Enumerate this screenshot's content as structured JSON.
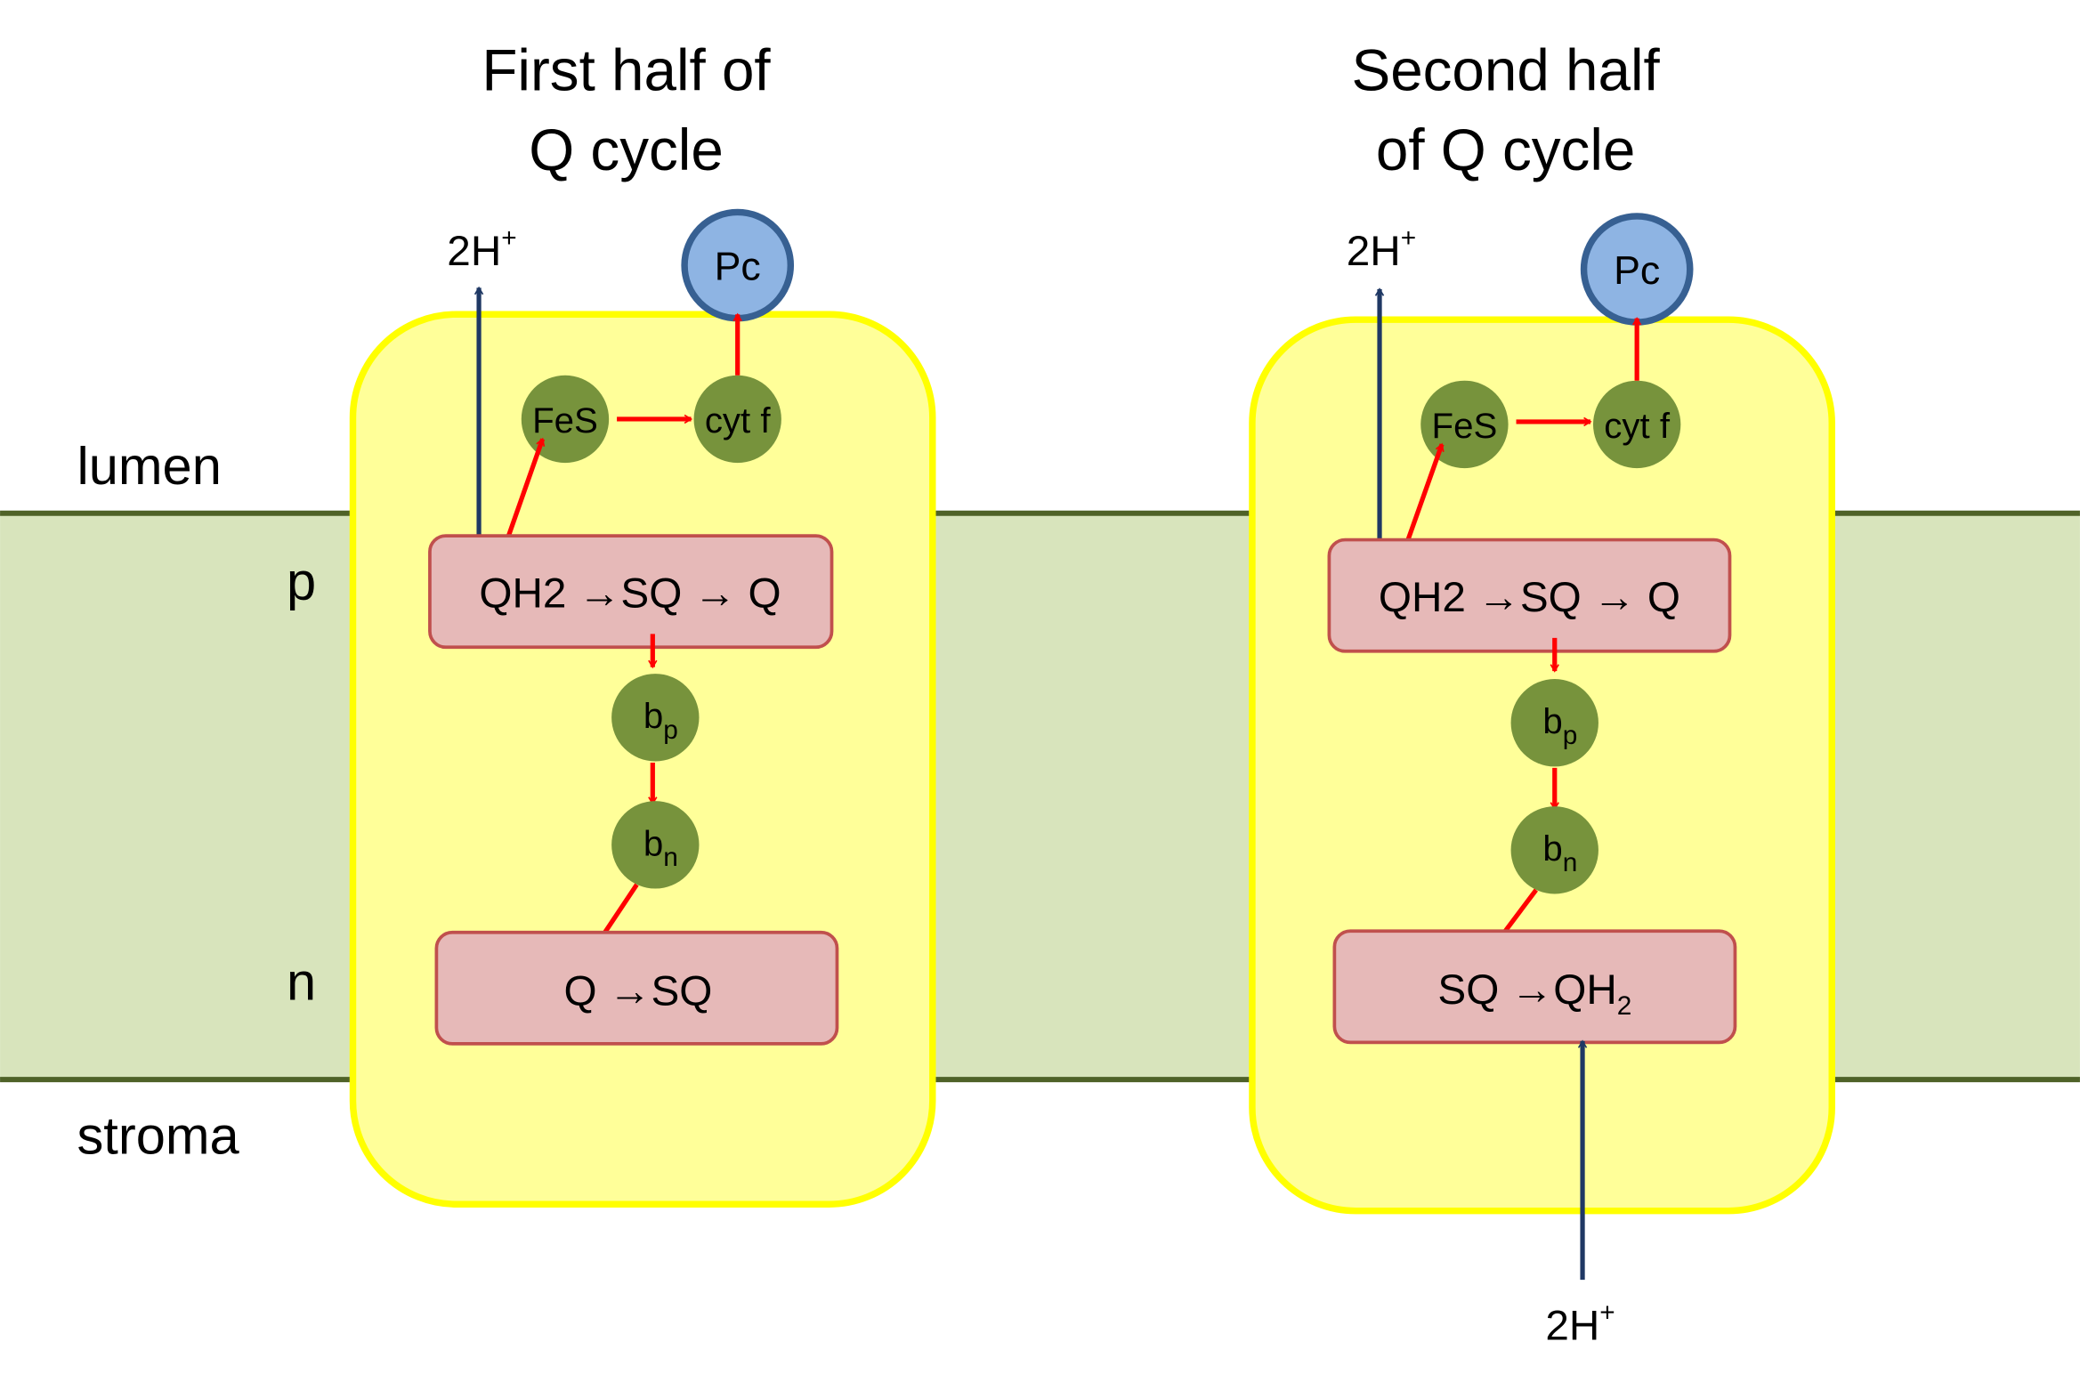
{
  "titles": {
    "first": [
      "First half of",
      "Q cycle"
    ],
    "second": [
      "Second half",
      "of Q cycle"
    ]
  },
  "regions": {
    "lumen": "lumen",
    "p_side": "p",
    "n_side": "n",
    "stroma": "stroma"
  },
  "proton": {
    "base": "2H",
    "charge": "+"
  },
  "nodes": {
    "pc": "Pc",
    "fes": "FeS",
    "cytf": "cyt f",
    "b": "b",
    "bp_sub": "p",
    "bn_sub": "n"
  },
  "first_half": {
    "top_box": "QH2 →SQ → Q",
    "bottom_box": "Q →SQ"
  },
  "second_half": {
    "top_box": "QH2 →SQ → Q",
    "bottom_box_main": "SQ →QH",
    "bottom_box_sub": "2"
  },
  "colors": {
    "membrane": "#d8e4bc",
    "membrane_edge": "#4f6228",
    "complex": "#ffff99",
    "complex_edge": "#ffff00",
    "cofactor": "#77933c",
    "pc_fill": "#8eb4e3",
    "pc_edge": "#376092",
    "box_fill": "#e6b9b8",
    "box_edge": "#c0504d",
    "electron_arrow": "#ff0000",
    "proton_arrow": "#1f3864"
  }
}
